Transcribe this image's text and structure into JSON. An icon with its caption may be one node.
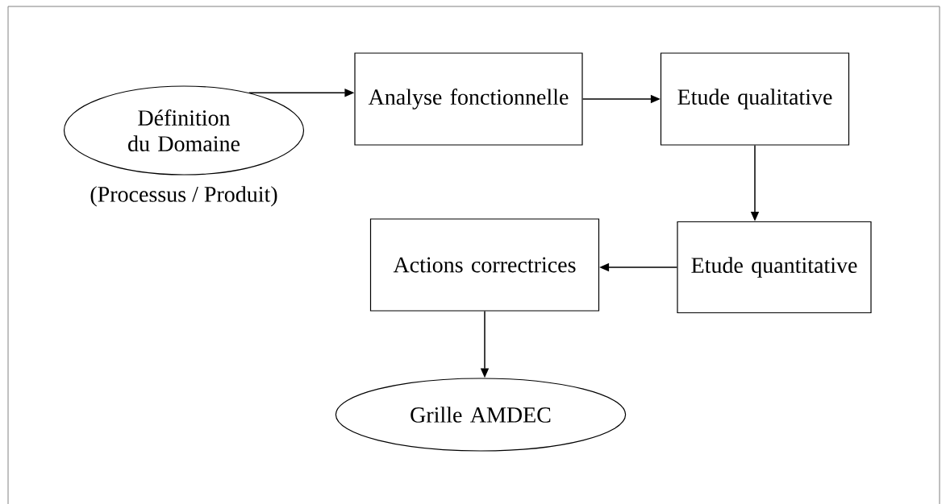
{
  "diagram": {
    "nodes": [
      {
        "text": [
          "Définition du Domaine"
        ],
        "beside": [
          "(Processus / Produit)"
        ]
      },
      {
        "text": [
          "Analyse fonctionnelle"
        ]
      },
      {
        "text": [
          "Etude qualitative"
        ]
      },
      {
        "text": [
          "Etude quantitative"
        ]
      },
      {
        "text": [
          "Actions correctrices"
        ]
      },
      {
        "text": [
          "Grille AMDEC"
        ]
      }
    ],
    "edges": [
      {
        "from": 0,
        "to": 1,
        "arrow": "to"
      },
      {
        "from": 1,
        "to": 2,
        "arrow": "to"
      },
      {
        "from": 2,
        "to": 3,
        "arrow": "to"
      },
      {
        "from": 3,
        "to": 4,
        "arrow": "to"
      },
      {
        "from": 4,
        "to": 5,
        "arrow": "to"
      }
    ]
  }
}
